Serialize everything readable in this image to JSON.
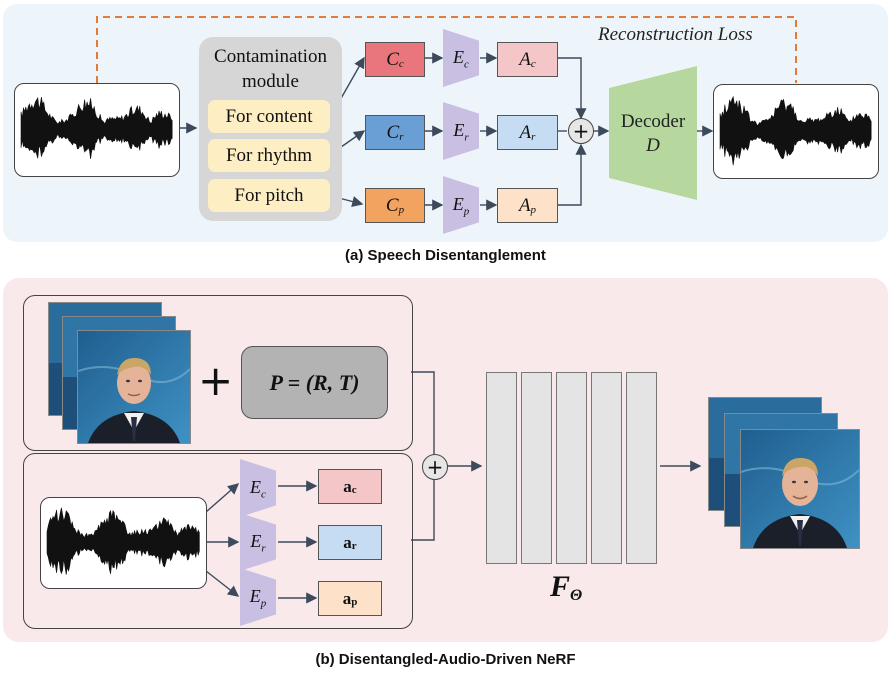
{
  "section_a": {
    "caption": "(a) Speech Disentanglement",
    "reconstruction_loss": "Reconstruction Loss",
    "contamination_title_1": "Contamination",
    "contamination_title_2": "module",
    "options": [
      "For content",
      "For rhythm",
      "For pitch"
    ],
    "c_boxes": [
      {
        "main": "C",
        "sub": "c",
        "color": "#e8767c"
      },
      {
        "main": "C",
        "sub": "r",
        "color": "#6a9fd6"
      },
      {
        "main": "C",
        "sub": "p",
        "color": "#f2a35f"
      }
    ],
    "encoders": [
      {
        "main": "E",
        "sub": "c"
      },
      {
        "main": "E",
        "sub": "r"
      },
      {
        "main": "E",
        "sub": "p"
      }
    ],
    "a_boxes": [
      {
        "main": "A",
        "sub": "c",
        "color": "#f4c6c8"
      },
      {
        "main": "A",
        "sub": "r",
        "color": "#c5dcf2"
      },
      {
        "main": "A",
        "sub": "p",
        "color": "#fde2c9"
      }
    ],
    "decoder_label": "Decoder",
    "decoder_symbol": "D",
    "plus": "+"
  },
  "section_b": {
    "caption": "(b) Disentangled-Audio-Driven NeRF",
    "plus_big": "+",
    "pose": "P = (R, T)",
    "encoders": [
      {
        "main": "E",
        "sub": "c"
      },
      {
        "main": "E",
        "sub": "r"
      },
      {
        "main": "E",
        "sub": "p"
      }
    ],
    "a_boxes": [
      {
        "main": "a",
        "sub": "c",
        "color": "#f4c6c8"
      },
      {
        "main": "a",
        "sub": "r",
        "color": "#c5dcf2"
      },
      {
        "main": "a",
        "sub": "p",
        "color": "#fde2c9"
      }
    ],
    "network_main": "F",
    "network_sub": "Θ",
    "plus": "+"
  },
  "colors": {
    "panel_a_bg": "#edf5fa",
    "panel_b_bg": "#f9e9ea",
    "loss_line": "#e07b3c",
    "encoder": "#c9bfe3",
    "decoder": "#b6d89f"
  }
}
